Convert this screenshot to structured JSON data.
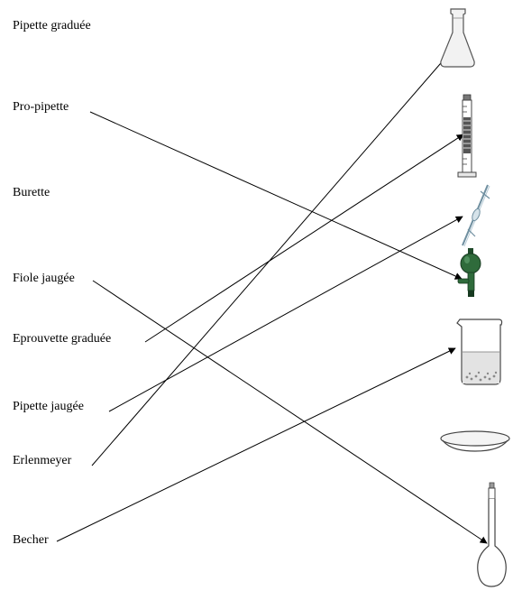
{
  "labels": [
    "Pipette graduée",
    "Pro-pipette",
    "Burette",
    "Fiole jaugée",
    "Eprouvette graduée",
    "Pipette jaugée",
    "Erlenmeyer",
    "Becher"
  ],
  "images": [
    "erlenmeyer-flask-icon",
    "graduated-cylinder-icon",
    "pipette-icon",
    "pipette-bulb-icon",
    "beaker-icon",
    "watch-glass-icon",
    "volumetric-flask-icon"
  ],
  "connections": [
    {
      "from": "Pro-pipette",
      "to": "pipette-bulb-icon"
    },
    {
      "from": "Fiole jaugée",
      "to": "volumetric-flask-icon"
    },
    {
      "from": "Eprouvette graduée",
      "to": "graduated-cylinder-icon"
    },
    {
      "from": "Pipette jaugée",
      "to": "pipette-icon"
    },
    {
      "from": "Erlenmeyer",
      "to": "erlenmeyer-flask-icon"
    },
    {
      "from": "Becher",
      "to": "beaker-icon"
    }
  ],
  "colors": {
    "line": "#000000",
    "bulb": "#2f6b3b",
    "glass_outline": "#555555"
  }
}
